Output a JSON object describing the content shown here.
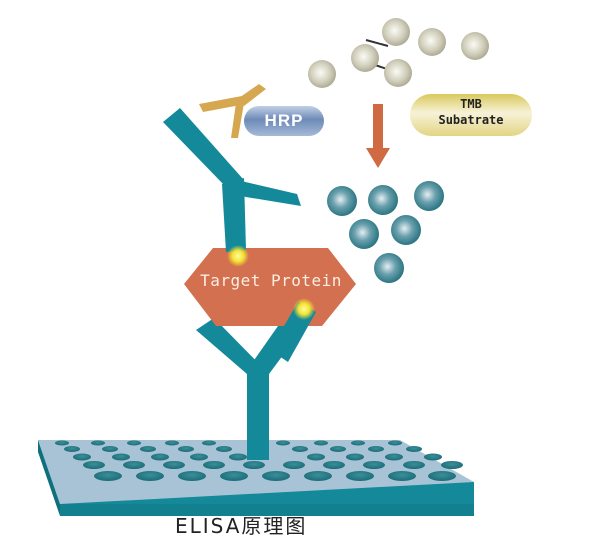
{
  "diagram": {
    "title": "ELISA原理图",
    "labels": {
      "enzyme": "HRP",
      "substrate_line1": "TMB",
      "substrate_line2": "Subatrate",
      "antigen": "Target Protein"
    },
    "colors": {
      "antibody": "#13899a",
      "detection_antibody": "#d5a84f",
      "antigen": "#d27050",
      "hrp_pill": "#6f8db8",
      "tmb_pill": "#e8dc9a",
      "substrate_ball": "#c9c7b3",
      "product_ball": "#2f7f8a",
      "arrow": "#cf6a42",
      "plate_top": "#a9c3d6",
      "plate_side": "#13899a",
      "binding_glow": "#f4e532"
    },
    "components": [
      "microplate",
      "capture-antibody",
      "target-protein",
      "detection-antibody",
      "hrp-conjugated-secondary-antibody",
      "tmb-substrate",
      "colored-product"
    ]
  }
}
